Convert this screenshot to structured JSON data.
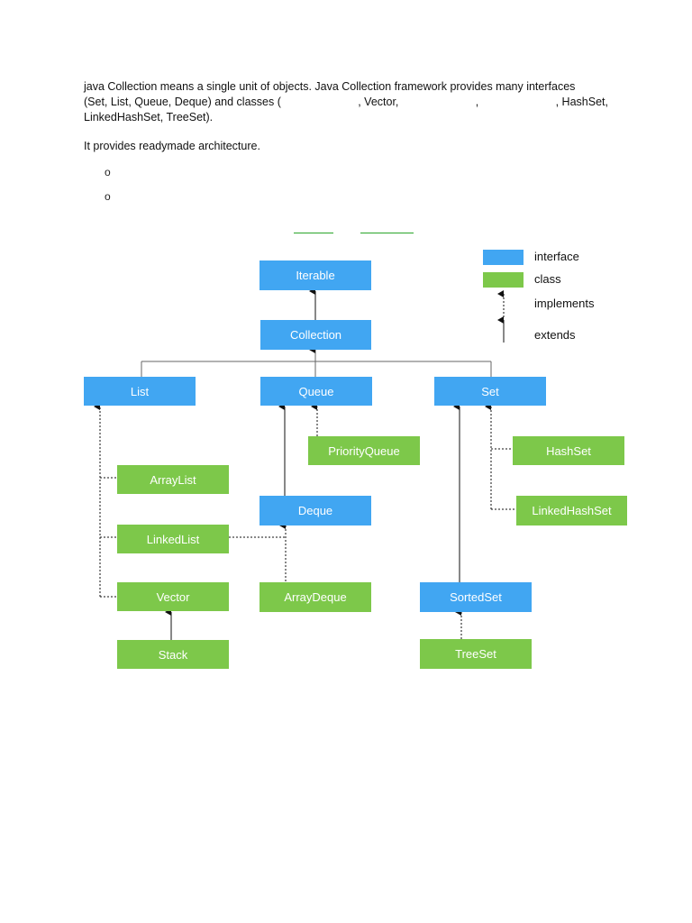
{
  "intro": {
    "line1": [
      "java Collection means a single unit of objects. Java Collection framework provides many interfaces"
    ],
    "line2": [
      "(Set,",
      "List,",
      "Queue,",
      "Deque)",
      "and",
      "classes",
      "(",
      ",",
      "Vector,",
      ",",
      ",",
      "HashSet,"
    ],
    "line3": "LinkedHashSet, TreeSet).",
    "line2_parts": {
      "a": "(Set, List, Queue, Deque) and classes (",
      "b": ", Vector,",
      "c": ",",
      "d": ", HashSet,"
    }
  },
  "architecture_text": "It provides readymade architecture.",
  "bullets": [
    "o",
    "o"
  ],
  "legend": {
    "interface": "interface",
    "class": "class",
    "implements": "implements",
    "extends": "extends"
  },
  "colors": {
    "interface": "#41a6f2",
    "class": "#7dc84a",
    "link": "#2aa52a"
  },
  "nodes": {
    "iterable": "Iterable",
    "collection": "Collection",
    "list": "List",
    "queue": "Queue",
    "set": "Set",
    "priority_queue": "PriorityQueue",
    "hashset": "HashSet",
    "arraylist": "ArrayList",
    "deque": "Deque",
    "linkedhashset": "LinkedHashSet",
    "linkedlist": "LinkedList",
    "vector": "Vector",
    "arraydeque": "ArrayDeque",
    "sortedset": "SortedSet",
    "stack": "Stack",
    "treeset": "TreeSet"
  }
}
